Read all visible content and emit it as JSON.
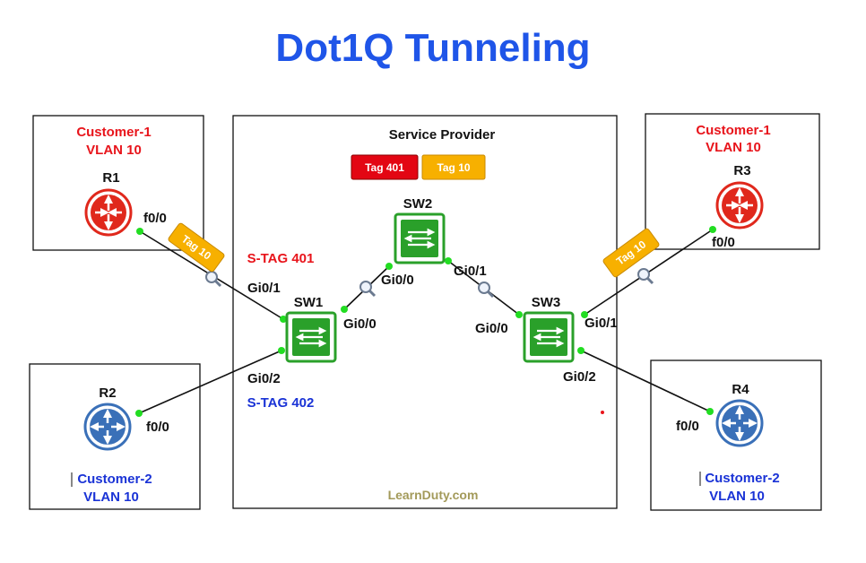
{
  "title": "Dot1Q Tunneling",
  "colors": {
    "title": "#1f55e8",
    "customer1": "#e8141b",
    "customer2": "#1a33d6",
    "switch": "#2aa02a",
    "router1": "#e0281c",
    "router2": "#3a70b8",
    "tag401": "#e30613",
    "tag10": "#f7b000",
    "link_dot": "#22dd22"
  },
  "service_provider": {
    "label": "Service Provider",
    "legend": {
      "tag401": "Tag 401",
      "tag10": "Tag 10"
    }
  },
  "sites": {
    "left_top": {
      "customer": "Customer-1",
      "vlan": "VLAN 10"
    },
    "right_top": {
      "customer": "Customer-1",
      "vlan": "VLAN 10"
    },
    "left_bottom": {
      "customer": "Customer-2",
      "vlan": "VLAN 10"
    },
    "right_bottom": {
      "customer": "Customer-2",
      "vlan": "VLAN 10"
    }
  },
  "devices": {
    "r1": "R1",
    "r2": "R2",
    "r3": "R3",
    "r4": "R4",
    "sw1": "SW1",
    "sw2": "SW2",
    "sw3": "SW3"
  },
  "interfaces": {
    "r1_f00": "f0/0",
    "r2_f00": "f0/0",
    "r3_f00": "f0/0",
    "r4_f00": "f0/0",
    "sw1_gi01": "Gi0/1",
    "sw1_gi02": "Gi0/2",
    "sw1_gi00": "Gi0/0",
    "sw2_gi00": "Gi0/0",
    "sw2_gi01": "Gi0/1",
    "sw3_gi00": "Gi0/0",
    "sw3_gi01": "Gi0/1",
    "sw3_gi02": "Gi0/2"
  },
  "stags": {
    "s401": "S-TAG 401",
    "s402": "S-TAG 402"
  },
  "link_tags": {
    "left": "Tag 10",
    "right": "Tag 10"
  },
  "watermark": "LearnDuty.com"
}
